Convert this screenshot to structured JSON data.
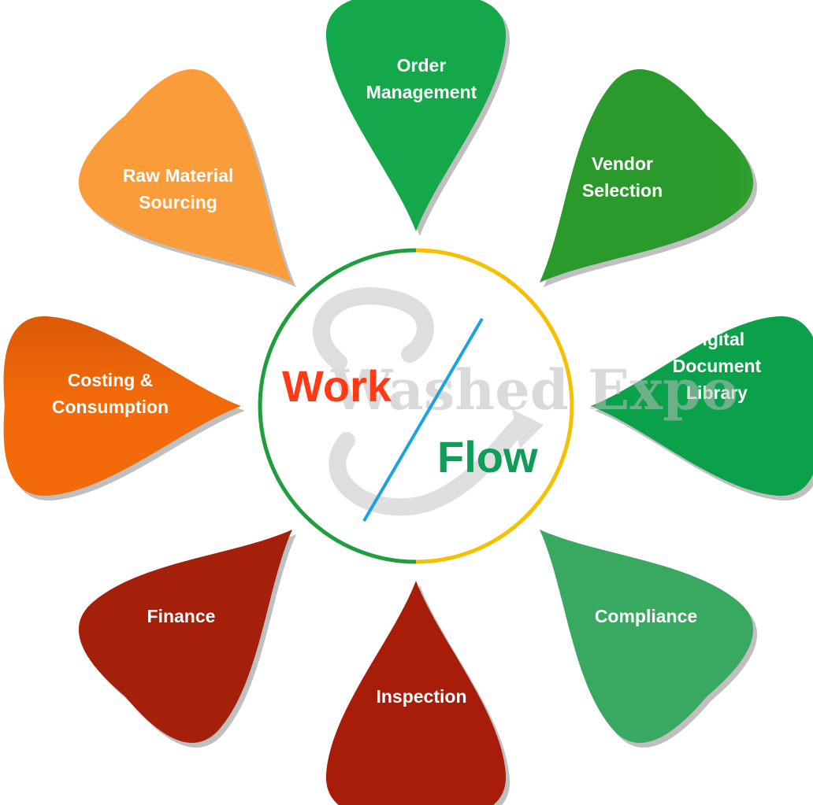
{
  "center": {
    "word_top": "Work",
    "word_bottom": "Flow",
    "colors": {
      "work": "#ff3a17",
      "flow": "#0f9d58",
      "divider": "#1aa3e0",
      "ring_left": "#1f9e3d",
      "ring_right": "#f6c000"
    },
    "watermark": "Washed Expo"
  },
  "petals": [
    {
      "id": "order-management",
      "lines": [
        "Order",
        "Management"
      ],
      "colors": [
        "#15a84b",
        "#06783a"
      ]
    },
    {
      "id": "vendor-selection",
      "lines": [
        "Vendor",
        "Selection"
      ],
      "colors": [
        "#4cc93a",
        "#2a9a2c"
      ]
    },
    {
      "id": "digital-document-library",
      "lines": [
        "Digital",
        "Document",
        "Library"
      ],
      "colors": [
        "#1fe27a",
        "#0aa14a"
      ]
    },
    {
      "id": "compliance",
      "lines": [
        "Compliance"
      ],
      "colors": [
        "#6bf7a0",
        "#39a962"
      ]
    },
    {
      "id": "inspection",
      "lines": [
        "Inspection"
      ],
      "colors": [
        "#f8380c",
        "#a81d0a"
      ]
    },
    {
      "id": "finance",
      "lines": [
        "Finance"
      ],
      "colors": [
        "#f43a0e",
        "#a5200b"
      ]
    },
    {
      "id": "costing-consumption",
      "lines": [
        "Costing &",
        "Consumption"
      ],
      "colors": [
        "#f36a0a",
        "#b03c05"
      ]
    },
    {
      "id": "raw-material-sourcing",
      "lines": [
        "Raw Material",
        "Sourcing"
      ],
      "colors": [
        "#fb9c3a",
        "#a86516"
      ]
    }
  ]
}
